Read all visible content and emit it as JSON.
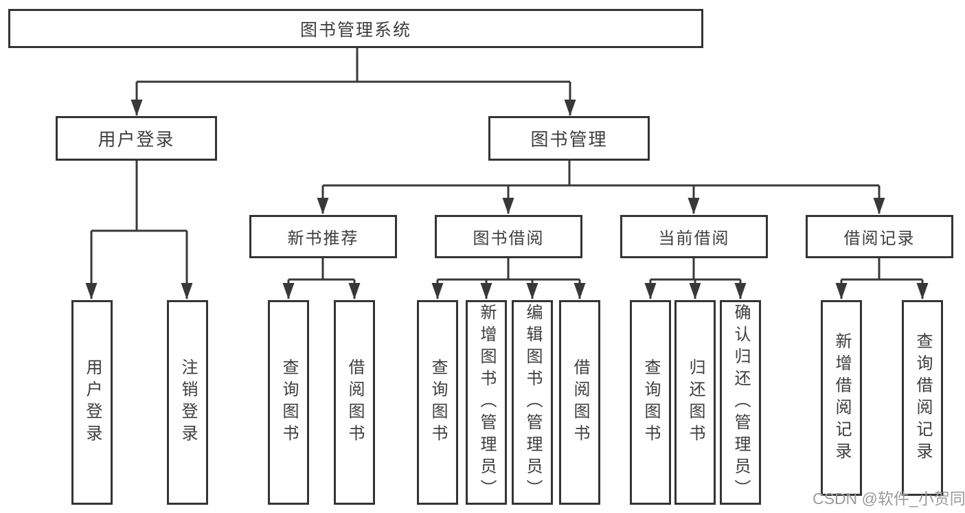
{
  "colors": {
    "line": "#383838",
    "text": "#3d3d3d",
    "box_background": "#ffffff",
    "watermark": "#9a9a9a"
  },
  "tree": {
    "root": {
      "label": "图书管理系统"
    },
    "user_login": {
      "label": "用户登录",
      "children": [
        {
          "label": "用户登录"
        },
        {
          "label": "注销登录"
        }
      ]
    },
    "book_management": {
      "label": "图书管理",
      "sections": [
        {
          "label": "新书推荐",
          "children": [
            {
              "label": "查询图书"
            },
            {
              "label": "借阅图书"
            }
          ]
        },
        {
          "label": "图书借阅",
          "children": [
            {
              "label": "查询图书"
            },
            {
              "label": "新增图书（管理员）"
            },
            {
              "label": "编辑图书（管理员）"
            },
            {
              "label": "借阅图书"
            }
          ]
        },
        {
          "label": "当前借阅",
          "children": [
            {
              "label": "查询图书"
            },
            {
              "label": "归还图书"
            },
            {
              "label": "确认归还（管理员）"
            }
          ]
        },
        {
          "label": "借阅记录",
          "children": [
            {
              "label": "新增借阅记录"
            },
            {
              "label": "查询借阅记录"
            }
          ]
        }
      ]
    }
  },
  "watermark": {
    "text": "CSDN @软件_小贺同学"
  }
}
